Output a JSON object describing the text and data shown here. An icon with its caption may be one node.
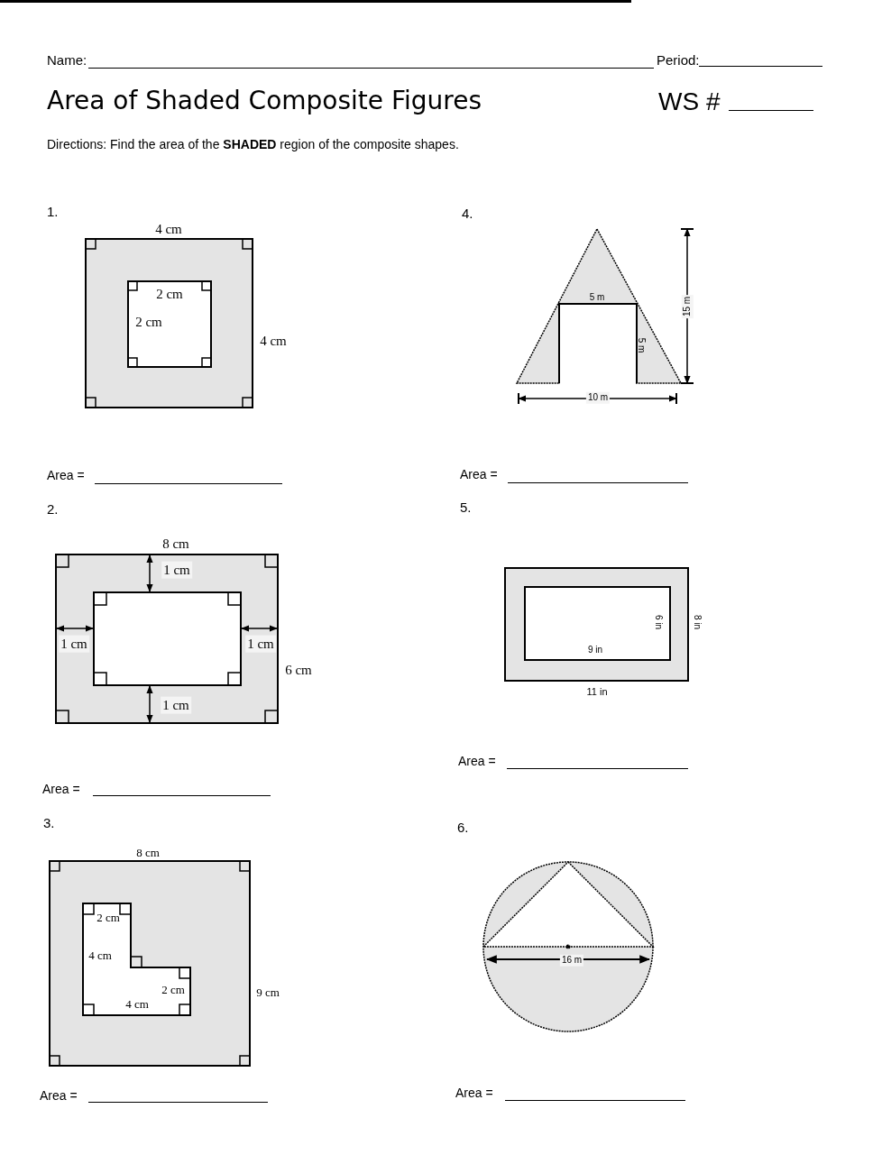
{
  "diagram": {
    "title": "Area of Shaded Composite Figures",
    "labels": [
      "Name:",
      "Period:",
      "WS #",
      "Directions: Find the area of the **SHADED** region of the composite shapes.",
      "1.",
      "4 cm",
      "2 cm",
      "2 cm",
      "4 cm",
      "Area =",
      "4.",
      "5 m",
      "5 m",
      "15 m",
      "10 m",
      "Area =",
      "2.",
      "8 cm",
      "1 cm",
      "1 cm",
      "1 cm",
      "6 cm",
      "1 cm",
      "Area =",
      "5.",
      "6 in",
      "8 in",
      "9 in",
      "11 in",
      "Area =",
      "3.",
      "8 cm",
      "2 cm",
      "4 cm",
      "2 cm",
      "4 cm",
      "9 cm",
      "Area =",
      "6.",
      "16 m",
      "Area ="
    ]
  }
}
